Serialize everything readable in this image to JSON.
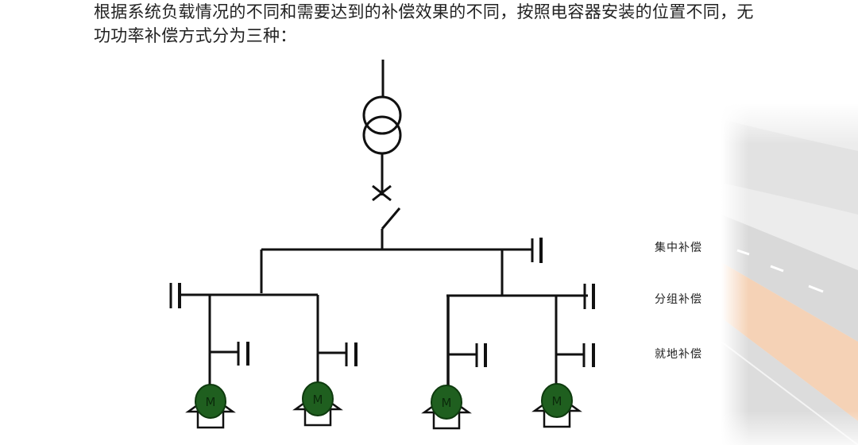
{
  "intro": {
    "text": "根据系统负载情况的不同和需要达到的补偿效果的不同，按照电容器安装的位置不同，无功功率补偿方式分为三种："
  },
  "labels": {
    "centralized": "集中补偿",
    "group": "分组补偿",
    "local": "就地补偿"
  },
  "diagram": {
    "motor_symbol": "M",
    "motor_fill": "#1f5f1f",
    "line_color": "#111111",
    "motor_count": 4,
    "components": [
      "transformer",
      "circuit-breaker",
      "disconnect-switch",
      "main-busbar",
      "capacitor-centralized",
      "capacitor-group-left",
      "capacitor-group-right",
      "capacitor-local-1",
      "capacitor-local-2",
      "capacitor-local-3",
      "capacitor-local-4"
    ]
  }
}
